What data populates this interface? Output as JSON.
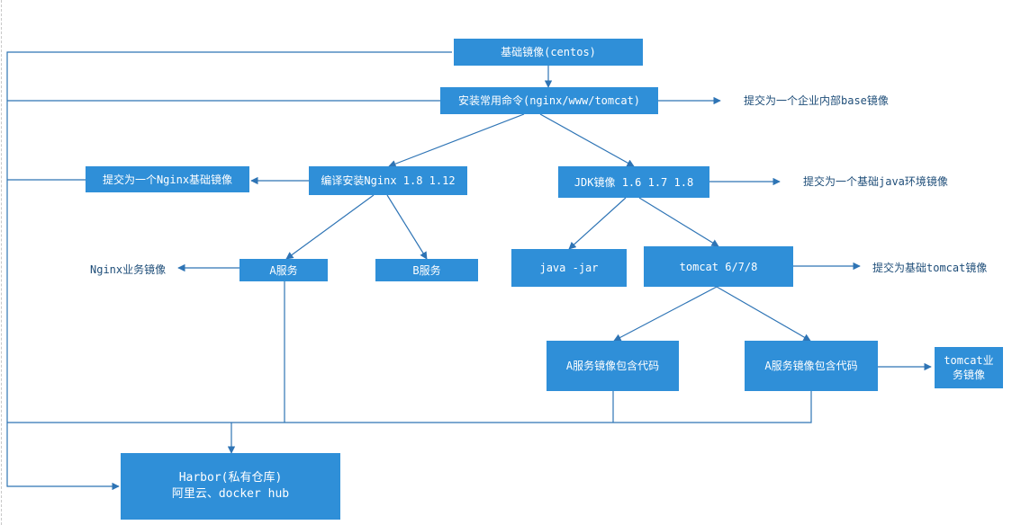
{
  "colors": {
    "node_fill": "#2f8fd8",
    "line": "#2e74b5",
    "note_text": "#1f4e79"
  },
  "nodes": {
    "base_image": "基础镜像(centos)",
    "install_cmds": "安装常用命令(nginx/www/tomcat)",
    "nginx_base_note": "提交为一个Nginx基础镜像",
    "compile_nginx": "编译安装Nginx 1.8 1.12",
    "jdk_image": "JDK镜像 1.6 1.7 1.8",
    "service_a_nginx": "A服务",
    "service_b_nginx": "B服务",
    "java_jar": "java -jar",
    "tomcat": "tomcat 6/7/8",
    "service_a_code_1": "A服务镜像包含代码",
    "service_a_code_2": "A服务镜像包含代码",
    "tomcat_service_image": "tomcat业\n务镜像",
    "harbor": "Harbor(私有仓库)\n阿里云、docker hub"
  },
  "notes": {
    "enterprise_base": "提交为一个企业内部base镜像",
    "java_env_base": "提交为一个基础java环境镜像",
    "nginx_service": "Nginx业务镜像",
    "tomcat_base": "提交为基础tomcat镜像"
  }
}
